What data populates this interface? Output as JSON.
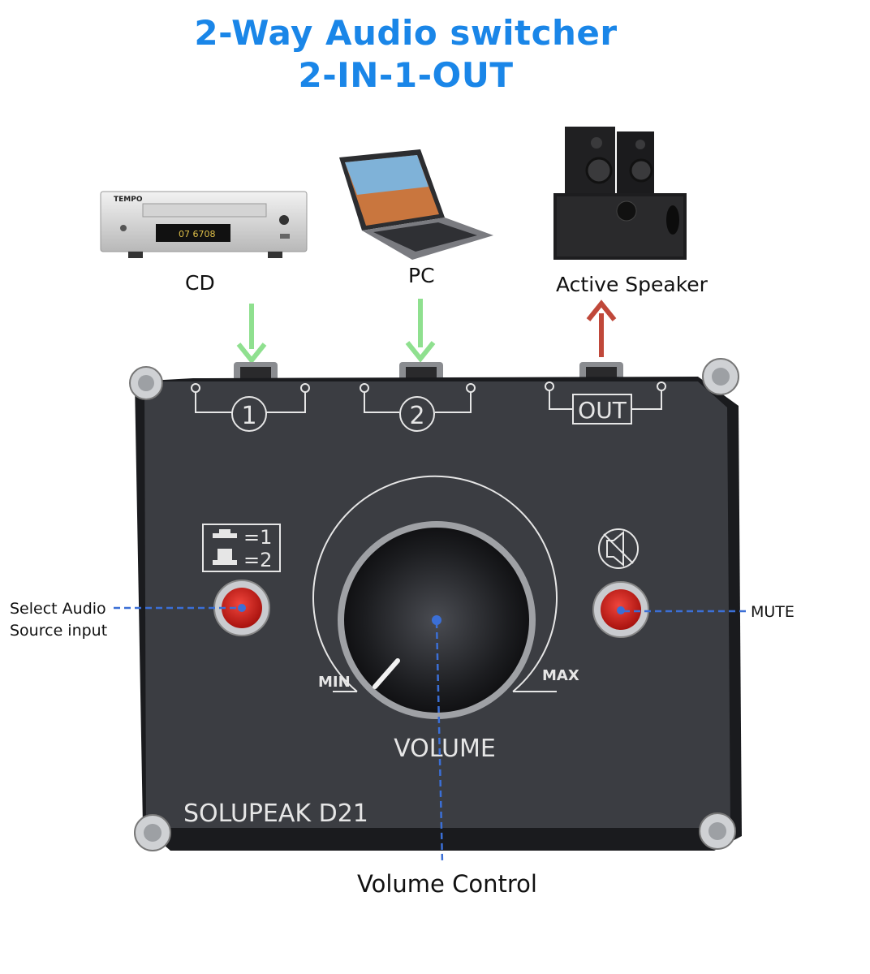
{
  "title": {
    "line1": "2-Way Audio switcher",
    "line2": "2-IN-1-OUT"
  },
  "devices": {
    "cd": {
      "label": "CD",
      "brand": "TEMPO",
      "display": "07 6708"
    },
    "pc": {
      "label": "PC"
    },
    "speaker": {
      "label": "Active Speaker"
    }
  },
  "ports": [
    "1",
    "2",
    "OUT"
  ],
  "panel": {
    "select_legend": [
      "=1",
      "=2"
    ],
    "min_label": "MIN",
    "max_label": "MAX",
    "volume_label": "VOLUME",
    "model": "SOLUPEAK D21"
  },
  "callouts": {
    "select": {
      "line1": "Select Audio",
      "line2": "Source input"
    },
    "mute": "MUTE",
    "volume": "Volume Control"
  },
  "colors": {
    "title": "#1a86e8",
    "input_arrow": "#8fe08f",
    "output_arrow": "#c0483a",
    "callout_line": "#3b6fd6",
    "button": "#d8241e",
    "panel": "#3b3d42"
  }
}
